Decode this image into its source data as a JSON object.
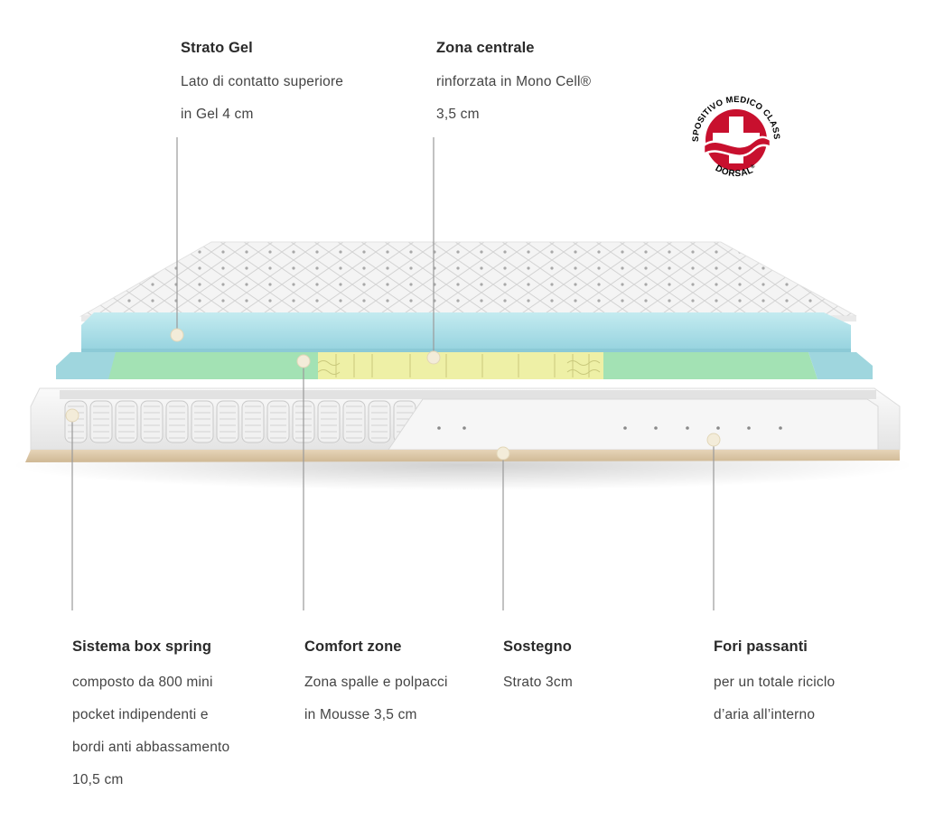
{
  "labels": {
    "strato_gel": {
      "title": "Strato Gel",
      "lines": [
        "Lato di contatto superiore",
        "in Gel 4 cm"
      ]
    },
    "zona_centrale": {
      "title": "Zona centrale",
      "lines": [
        "rinforzata in Mono Cell®",
        "3,5 cm"
      ]
    },
    "sistema_box_spring": {
      "title": "Sistema box spring",
      "lines": [
        "composto da 800 mini",
        "pocket indipendenti e",
        "bordi anti abbassamento",
        "10,5 cm"
      ]
    },
    "comfort_zone": {
      "title": "Comfort zone",
      "lines": [
        "Zona spalle e polpacci",
        "in Mousse 3,5 cm"
      ]
    },
    "sostegno": {
      "title": "Sostegno",
      "lines": [
        "Strato 3cm"
      ]
    },
    "fori_passanti": {
      "title": "Fori passanti",
      "lines": [
        "per un totale riciclo",
        "d’aria all’interno"
      ]
    }
  },
  "badge": {
    "ring_text": "DISPOSITIVO MEDICO CLASSE I",
    "brand": "DORSAL",
    "brand_mark": "®",
    "color": "#c8102e"
  },
  "colors": {
    "gel_layer": "#a8dde6",
    "comfort_zone": "#a3e2b4",
    "center_zone": "#eef0a6",
    "support_base": "#d9c3a3",
    "leader_line": "#9a9a9a"
  }
}
